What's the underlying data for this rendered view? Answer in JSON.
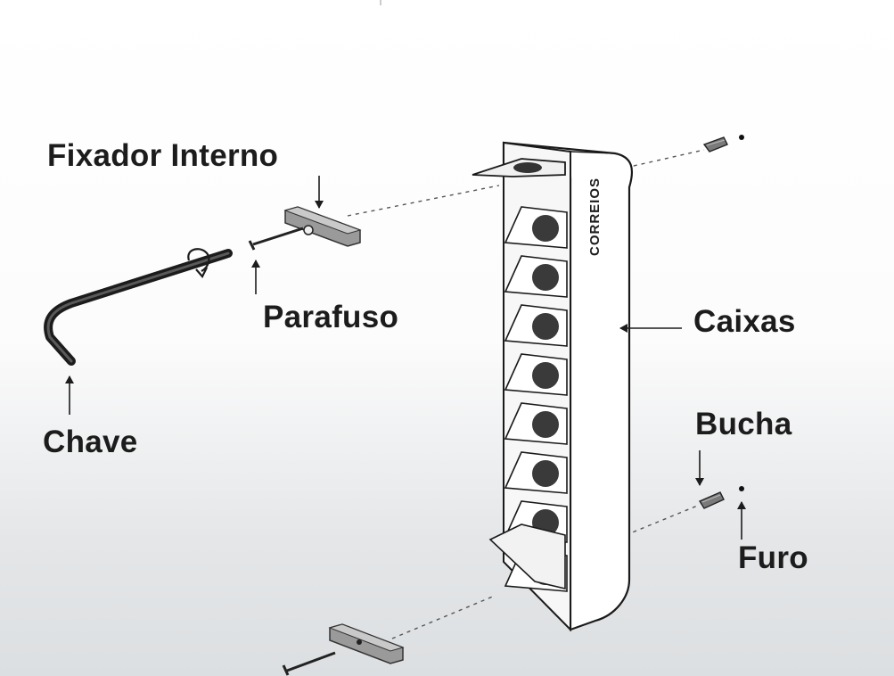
{
  "labels": {
    "fixador_interno": "Fixador  Interno",
    "parafuso": "Parafuso",
    "chave": "Chave",
    "caixas": "Caixas",
    "bucha": "Bucha",
    "furo": "Furo"
  },
  "mailbox": {
    "brand_text": "CORREIOS",
    "slot_count": 8
  },
  "colors": {
    "ink": "#1c1c1c",
    "slot_dot": "#3a3a3a",
    "metal": "#9a9a9a"
  }
}
